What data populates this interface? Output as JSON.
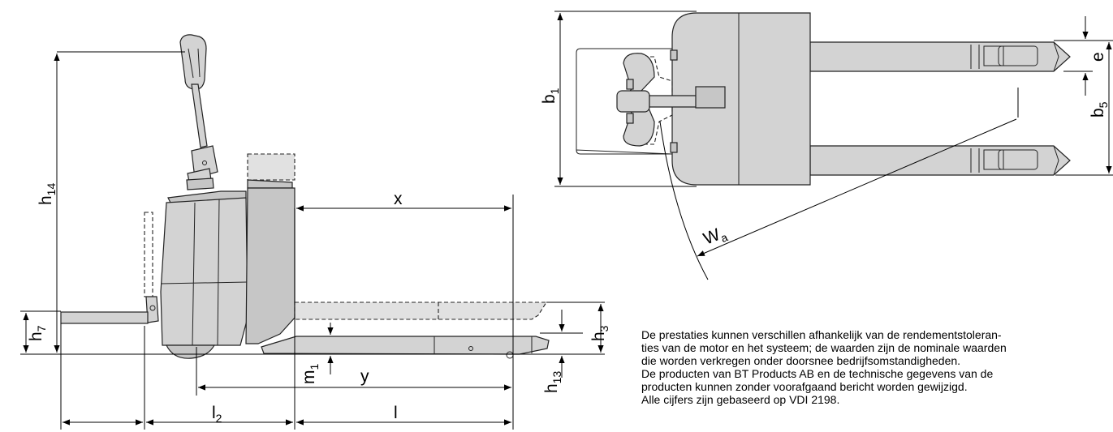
{
  "labels": {
    "h14": {
      "main": "h",
      "sub": "14"
    },
    "h7": {
      "main": "h",
      "sub": "7"
    },
    "h3": {
      "main": "h",
      "sub": "3"
    },
    "h13": {
      "main": "h",
      "sub": "13"
    },
    "m1": {
      "main": "m",
      "sub": "1"
    },
    "l2": {
      "main": "l",
      "sub": "2"
    },
    "l": "l",
    "x": "x",
    "y": "y",
    "b1": {
      "main": "b",
      "sub": "1"
    },
    "b5": {
      "main": "b",
      "sub": "5"
    },
    "e": "e",
    "wa": {
      "main": "W",
      "sub": "a"
    }
  },
  "notes": [
    "De prestaties kunnen verschillen afhankelijk van de rendementstoleran-",
    "ties van de motor en het systeem; de waarden zijn de nominale waarden",
    "die worden verkregen onder doorsnee bedrijfsomstandigheden.",
    "De producten van BT Products AB en de technische gegevens van de",
    "producten kunnen zonder voorafgaand bericht worden gewijzigd.",
    "Alle cijfers zijn gebaseerd op VDI 2198."
  ]
}
